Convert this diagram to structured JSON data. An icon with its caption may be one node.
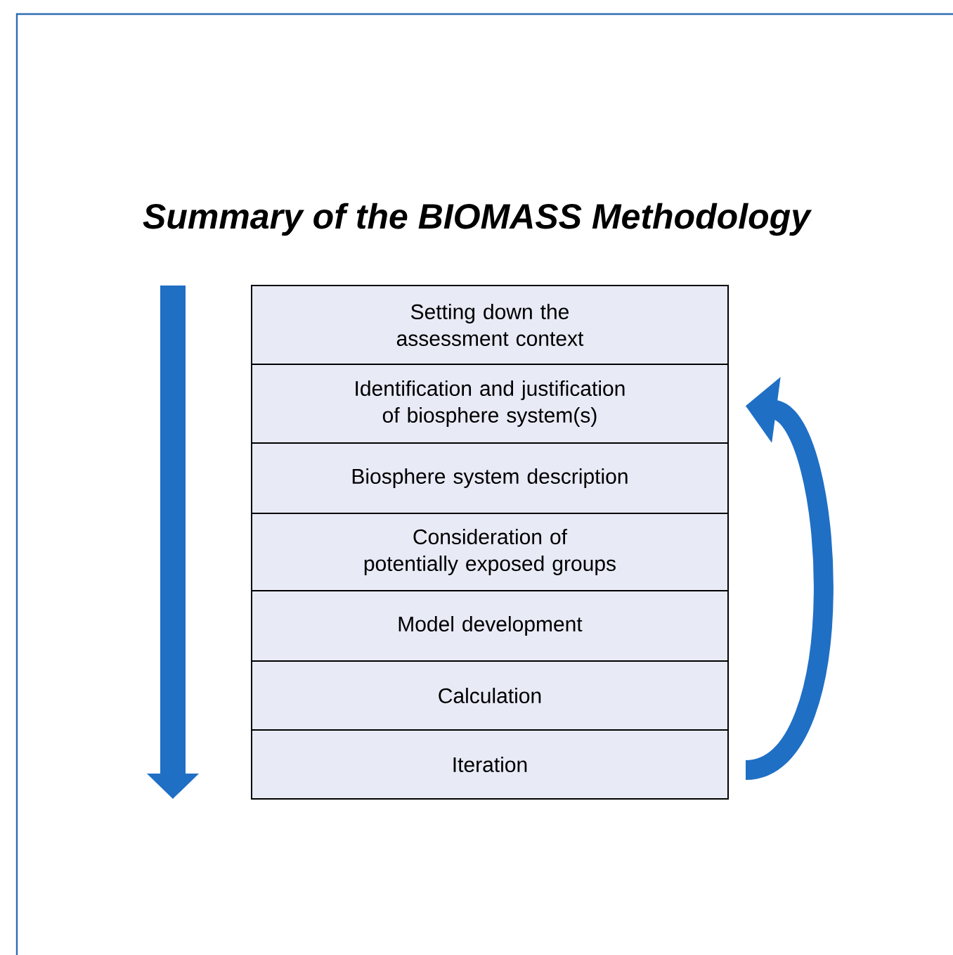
{
  "diagram": {
    "title": "Summary of the BIOMASS Methodology",
    "nodes": [
      {
        "text": [
          "Setting down the assessment context"
        ]
      },
      {
        "text": [
          "Identification and justification of biosphere system(s)"
        ]
      },
      {
        "text": [
          "Biosphere system description"
        ]
      },
      {
        "text": [
          "Consideration of potentially exposed groups"
        ]
      },
      {
        "text": [
          "Model development"
        ]
      },
      {
        "text": [
          "Calculation"
        ]
      },
      {
        "text": [
          "Iteration"
        ]
      }
    ],
    "edges": [
      {
        "from": 6,
        "to": 1,
        "arrow": "to"
      }
    ]
  }
}
